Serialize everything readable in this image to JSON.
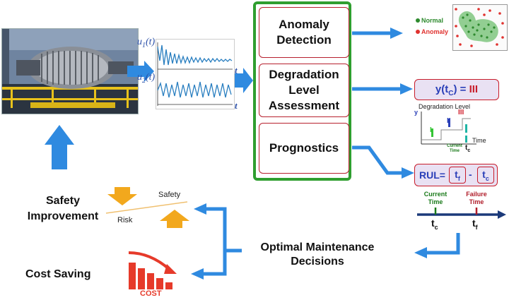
{
  "signals": {
    "u1": "u",
    "u1_sub": "1",
    "u1_arg": "(t)",
    "u2": "u",
    "u2_sub": "2",
    "u2_arg": "(t)",
    "t_axis": "t"
  },
  "modules": {
    "anomaly": "Anomaly Detection",
    "degradation": "Degradation Level Assessment",
    "prognostics": "Prognostics"
  },
  "anomaly_legend": {
    "normal": "Normal",
    "anomaly": "Anomaly"
  },
  "degradation_output": {
    "lhs": "y(t",
    "lhs_sub": "C",
    "rhs": ") = III",
    "y_axis": "y",
    "title": "Degradation Level",
    "level_1": "I",
    "level_2": "II",
    "level_3": "III",
    "current_time": "Current Time",
    "tc": "t",
    "tc_sub": "c",
    "time": "Time"
  },
  "rul": {
    "label": "RUL=",
    "tf": "t",
    "tf_sub": "f",
    "minus": "-",
    "tc": "t",
    "tc_sub": "c",
    "current_time": "Current Time",
    "failure_time": "Failure Time",
    "tc_axis": "t",
    "tc_axis_sub": "c",
    "tf_axis": "t",
    "tf_axis_sub": "f"
  },
  "outcomes": {
    "safety_improvement": "Safety Improvement",
    "safety": "Safety",
    "risk": "Risk",
    "cost_saving": "Cost Saving",
    "cost": "COST"
  },
  "decision": "Optimal Maintenance Decisions",
  "colors": {
    "arrow_blue": "#2f8ae0",
    "green_frame": "#2f9e2f",
    "red_border": "#b7202e",
    "orange": "#f2a81d",
    "level_green": "#35c435",
    "level_blue": "#2a3fb8",
    "level_red": "#d01d2a",
    "level_teal": "#1fb5a5"
  }
}
